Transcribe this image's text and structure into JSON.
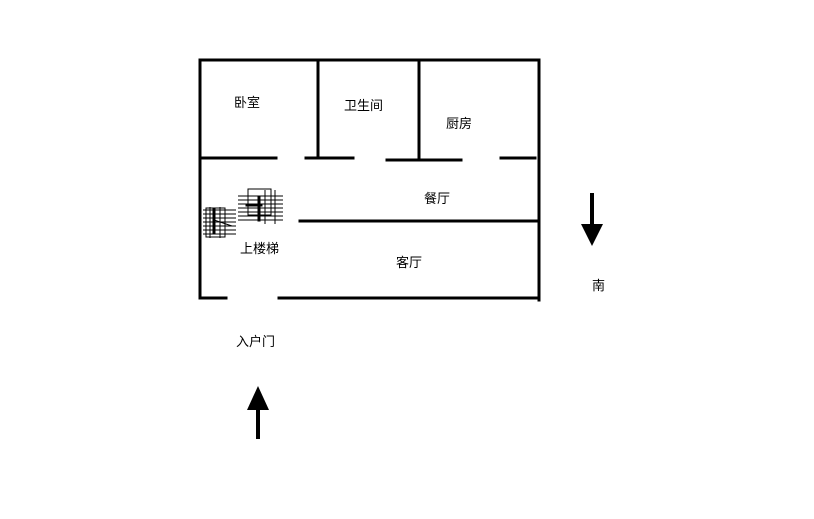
{
  "rooms": {
    "bedroom": "卧室",
    "bathroom": "卫生间",
    "kitchen": "厨房",
    "dining": "餐厅",
    "living": "客厅",
    "stairs": "上楼梯"
  },
  "entrance": {
    "label": "入户门"
  },
  "compass": {
    "label": "南"
  }
}
